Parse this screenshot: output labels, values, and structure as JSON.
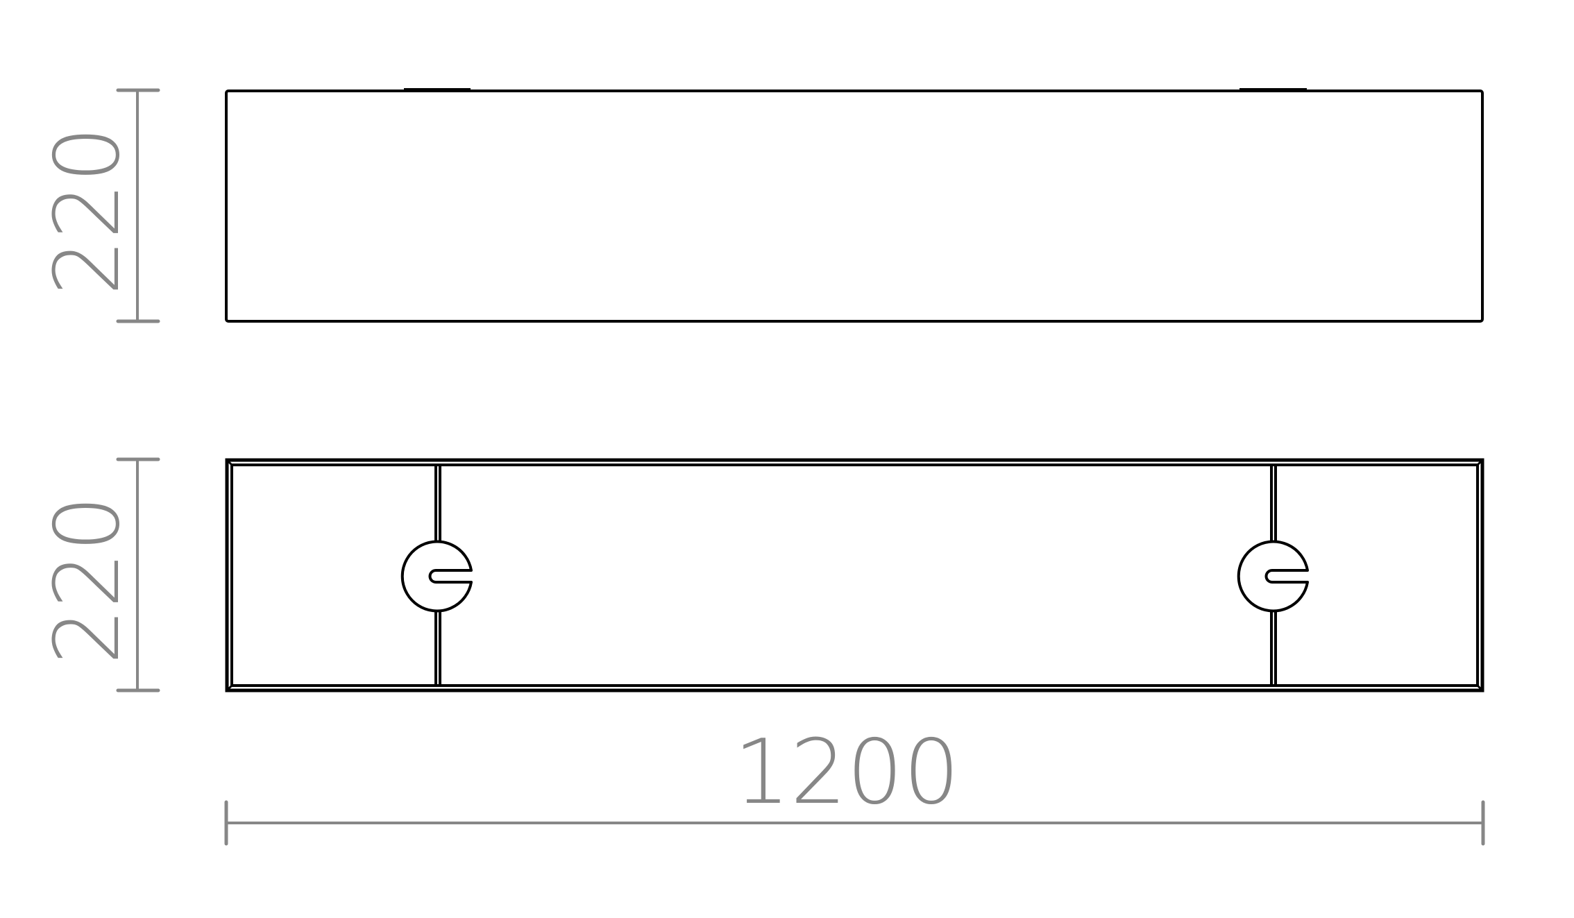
{
  "drawing": {
    "type": "technical-dimension-drawing",
    "colors": {
      "outline": "#000000",
      "dimension": "#878787",
      "background": "#ffffff"
    },
    "views": [
      {
        "name": "front-view",
        "height_label": "220"
      },
      {
        "name": "back-view",
        "height_label": "220",
        "keyholes": 2
      }
    ],
    "dimensions": {
      "top_view_height": "220",
      "bottom_view_height": "220",
      "overall_width": "1200"
    }
  }
}
